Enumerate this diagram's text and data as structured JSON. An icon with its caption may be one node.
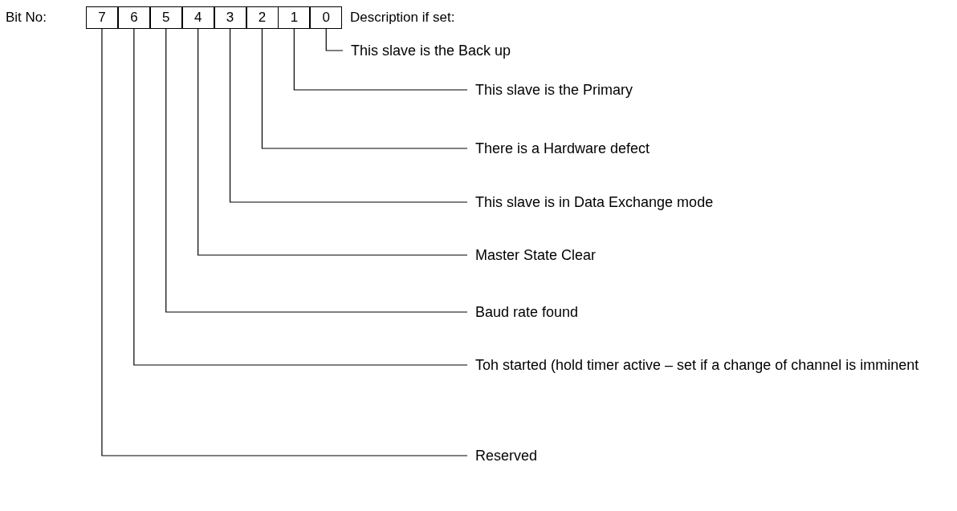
{
  "diagram": {
    "nodes": [
      {
        "text": [
          "7"
        ]
      },
      {
        "text": [
          "6"
        ]
      },
      {
        "text": [
          "5"
        ]
      },
      {
        "text": [
          "4"
        ]
      },
      {
        "text": [
          "3"
        ]
      },
      {
        "text": [
          "2"
        ]
      },
      {
        "text": [
          "1"
        ]
      },
      {
        "text": [
          "0"
        ]
      },
      {
        "text": [
          "This slave is the Back up"
        ]
      },
      {
        "text": [
          "This slave is the Primary"
        ]
      },
      {
        "text": [
          "There is a Hardware defect"
        ]
      },
      {
        "text": [
          "This slave is in Data Exchange mode"
        ]
      },
      {
        "text": [
          "Master State Clear"
        ]
      },
      {
        "text": [
          "Baud rate found"
        ]
      },
      {
        "text": [
          "Toh started (hold timer active – set if a change of channel is imminent"
        ]
      },
      {
        "text": [
          "Reserved"
        ]
      }
    ],
    "edges": [
      {
        "from": 8,
        "to": 7,
        "arrow": "none"
      },
      {
        "from": 9,
        "to": 6,
        "arrow": "none"
      },
      {
        "from": 10,
        "to": 5,
        "arrow": "none"
      },
      {
        "from": 11,
        "to": 4,
        "arrow": "none"
      },
      {
        "from": 12,
        "to": 3,
        "arrow": "none"
      },
      {
        "from": 13,
        "to": 2,
        "arrow": "none"
      },
      {
        "from": 14,
        "to": 1,
        "arrow": "none"
      },
      {
        "from": 15,
        "to": 0,
        "arrow": "none"
      }
    ],
    "labels": [
      "Bit No:",
      "Description if set:"
    ]
  }
}
